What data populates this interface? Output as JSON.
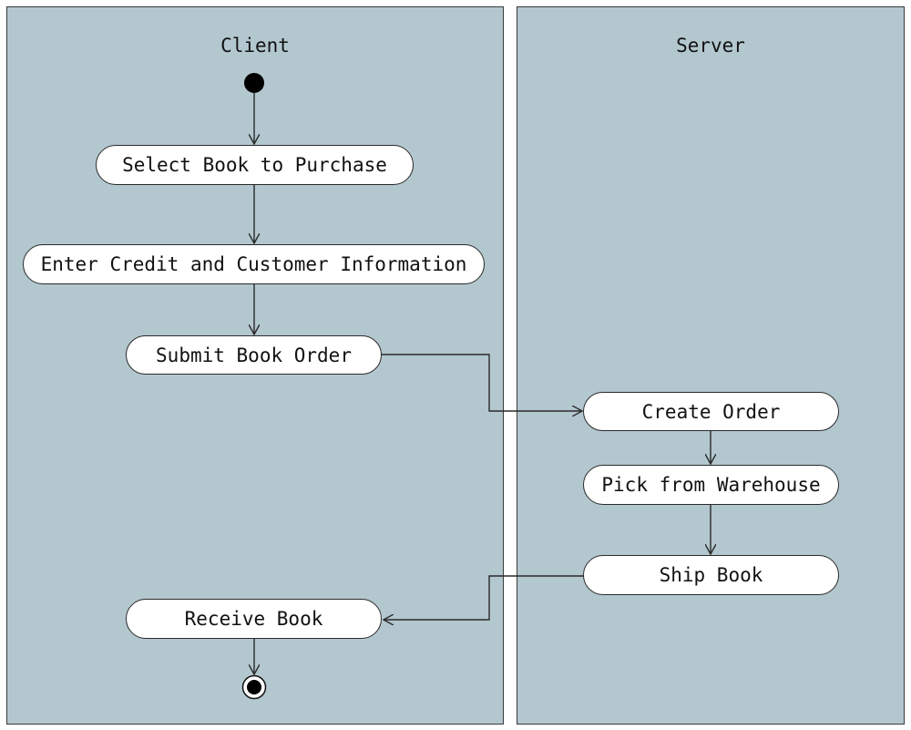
{
  "colors": {
    "lane_fill": "#b3c7cf",
    "lane_border": "#3a3a3a",
    "node_fill": "#ffffff",
    "line": "#2a2a2a"
  },
  "lanes": [
    {
      "id": "client",
      "title": "Client"
    },
    {
      "id": "server",
      "title": "Server"
    }
  ],
  "activities": {
    "select_book": "Select Book to Purchase",
    "enter_info": "Enter Credit and Customer Information",
    "submit_order": "Submit Book Order",
    "create_order": "Create Order",
    "pick_warehouse": "Pick from Warehouse",
    "ship_book": "Ship Book",
    "receive_book": "Receive Book"
  },
  "flow": [
    [
      "start",
      "select_book"
    ],
    [
      "select_book",
      "enter_info"
    ],
    [
      "enter_info",
      "submit_order"
    ],
    [
      "submit_order",
      "create_order"
    ],
    [
      "create_order",
      "pick_warehouse"
    ],
    [
      "pick_warehouse",
      "ship_book"
    ],
    [
      "ship_book",
      "receive_book"
    ],
    [
      "receive_book",
      "end"
    ]
  ]
}
